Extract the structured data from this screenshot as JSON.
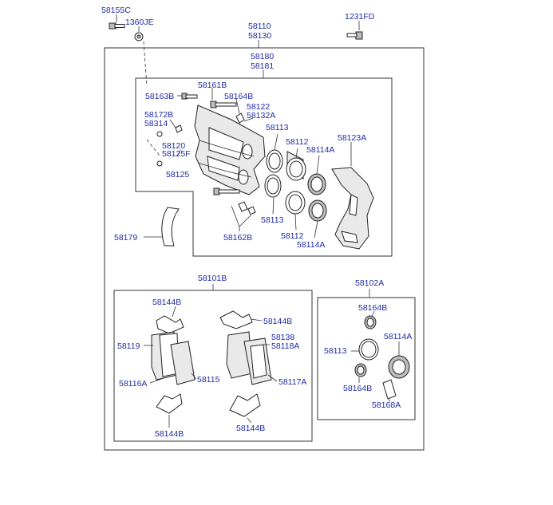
{
  "colors": {
    "label": "#1f2aa8",
    "line": "#333333"
  },
  "labels": {
    "l58155C": "58155C",
    "l1360JE": "1360JE",
    "l58110": "58110",
    "l58130": "58130",
    "l1231FD": "1231FD",
    "l58180": "58180",
    "l58181": "58181",
    "l58161B": "58161B",
    "l58163B": "58163B",
    "l58164B_a": "58164B",
    "l58122": "58122",
    "l58132A": "58132A",
    "l58172B": "58172B",
    "l58314": "58314",
    "l58113_a": "58113",
    "l58123A": "58123A",
    "l58112_a": "58112",
    "l58114A_a": "58114A",
    "l58120": "58120",
    "l58125F": "58125F",
    "l58125": "58125",
    "l58113_b": "58113",
    "l58112_b": "58112",
    "l58114A_b": "58114A",
    "l58179": "58179",
    "l58162B": "58162B",
    "l58101B": "58101B",
    "l58102A": "58102A",
    "l58144B_a": "58144B",
    "l58144B_b": "58144B",
    "l58138": "58138",
    "l58118A": "58118A",
    "l58119": "58119",
    "l58115": "58115",
    "l58116A": "58116A",
    "l58117A": "58117A",
    "l58144B_c": "58144B",
    "l58144B_d": "58144B",
    "l58164B_b": "58164B",
    "l58113_c": "58113",
    "l58114A_c": "58114A",
    "l58164B_c": "58164B",
    "l58168A": "58168A"
  }
}
